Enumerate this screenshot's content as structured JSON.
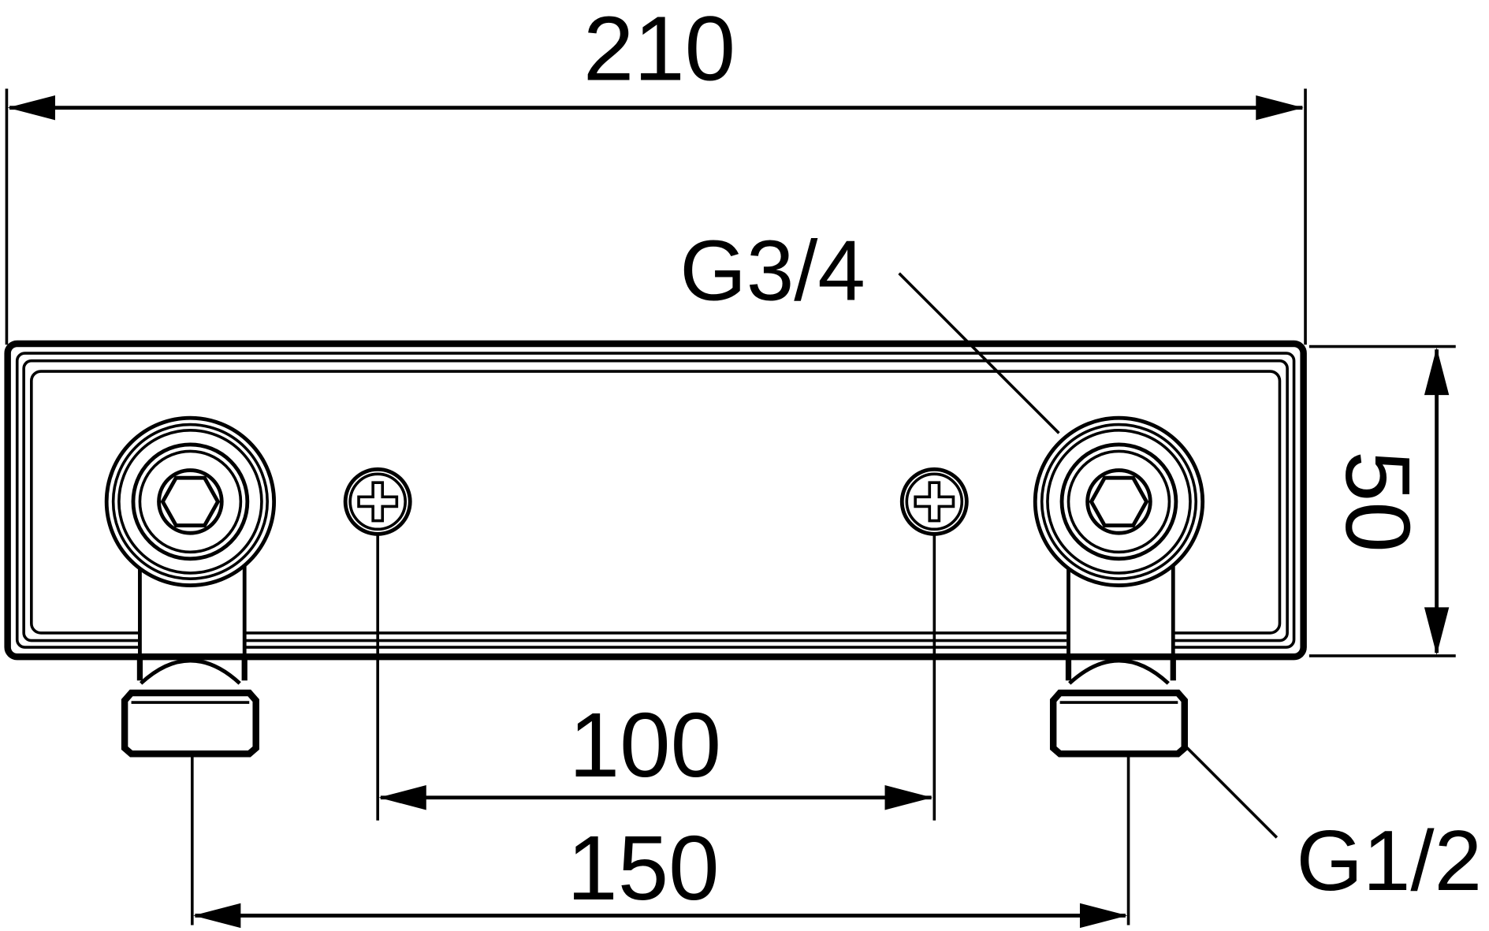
{
  "dimensions": {
    "overall_width": "210",
    "height": "50",
    "screw_spacing": "100",
    "outlet_spacing": "150"
  },
  "callouts": {
    "top_thread": "G3/4",
    "bottom_thread": "G1/2"
  },
  "colors": {
    "line": "#000000",
    "background": "#ffffff"
  }
}
